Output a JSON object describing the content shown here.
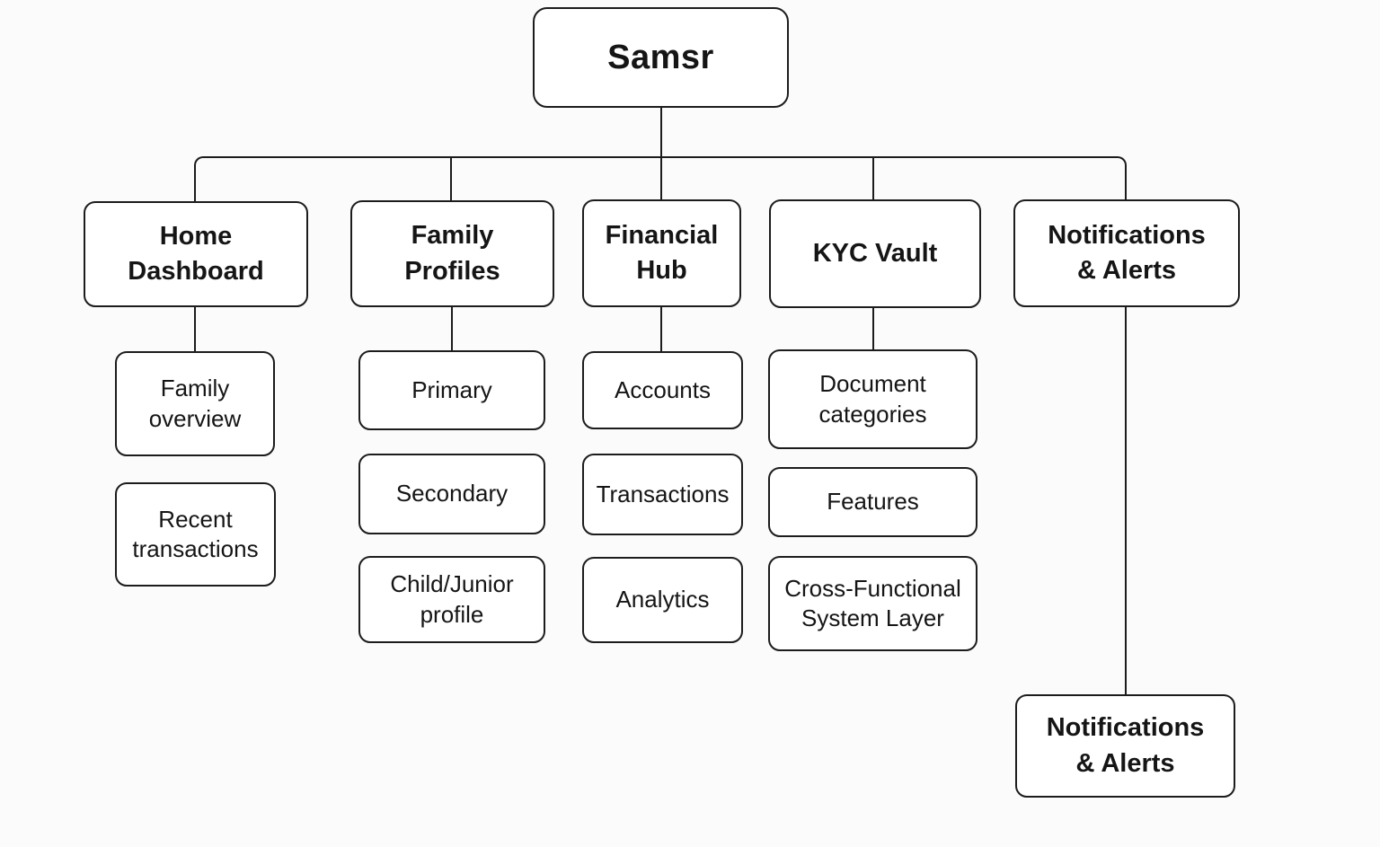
{
  "diagram": {
    "root": {
      "label": "Samsr"
    },
    "branches": [
      {
        "label": "Home Dashboard",
        "children": [
          {
            "label": "Family overview"
          },
          {
            "label": "Recent transactions"
          }
        ]
      },
      {
        "label": "Family Profiles",
        "children": [
          {
            "label": "Primary"
          },
          {
            "label": "Secondary"
          },
          {
            "label": "Child/Junior profile"
          }
        ]
      },
      {
        "label": "Financial Hub",
        "children": [
          {
            "label": "Accounts"
          },
          {
            "label": "Transactions"
          },
          {
            "label": "Analytics"
          }
        ]
      },
      {
        "label": "KYC Vault",
        "children": [
          {
            "label": "Document categories"
          },
          {
            "label": "Features"
          },
          {
            "label": "Cross-Functional System Layer"
          }
        ]
      },
      {
        "label": "Notifications & Alerts",
        "children": [
          {
            "label": "Notifications & Alerts"
          }
        ]
      }
    ],
    "colors": {
      "background": "#fbfbfb",
      "box_fill": "#ffffff",
      "box_border": "#1c1c1c",
      "line": "#1c1c1c",
      "text": "#151515"
    }
  }
}
